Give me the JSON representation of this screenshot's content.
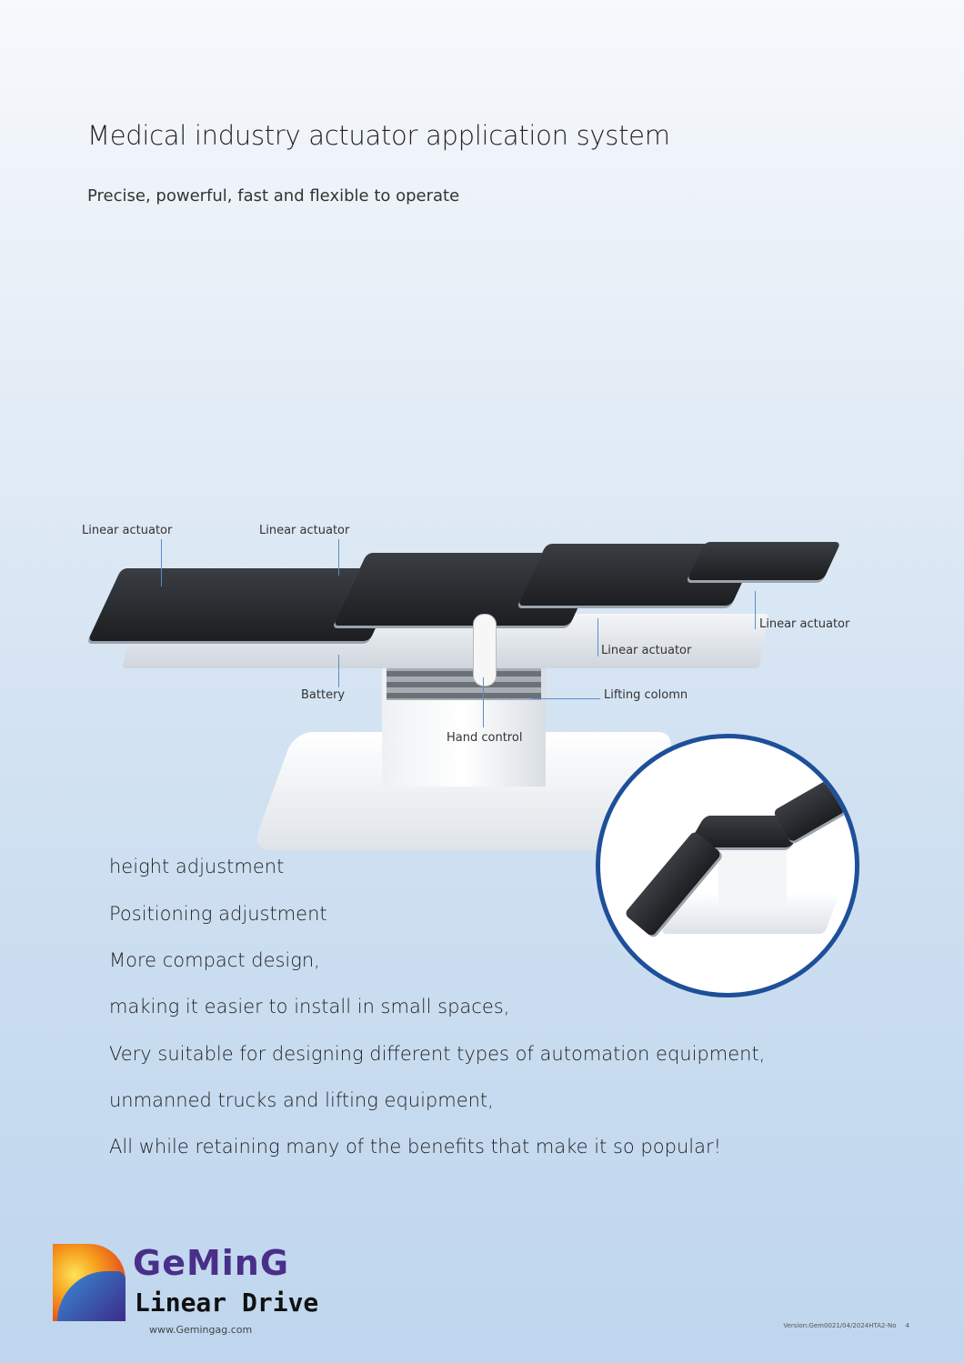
{
  "header": {
    "title": "Medical industry actuator application system",
    "subtitle": "Precise, powerful, fast and flexible to operate"
  },
  "callouts": {
    "linear_actuator_1": "Linear actuator",
    "linear_actuator_2": "Linear actuator",
    "linear_actuator_3": "Linear actuator",
    "linear_actuator_4": "Linear actuator",
    "battery": "Battery",
    "lifting_column": "Lifting colomn",
    "hand_control": "Hand control"
  },
  "features": [
    "height adjustment",
    "Positioning adjustment",
    "More compact design,",
    "making it easier to install in small spaces,",
    "Very suitable for designing different types of automation equipment,",
    "unmanned trucks and lifting equipment,",
    "All while retaining many of the benefits that make it so popular!"
  ],
  "footer": {
    "logo_line1": "GeMinG",
    "logo_line2": "Linear Drive",
    "website": "www.Gemingag.com",
    "version": "Version:Gem0021/04/2024HTA2-No",
    "page": "4"
  },
  "colors": {
    "accent": "#1e4f99",
    "logo_purple": "#4a2f8a"
  }
}
